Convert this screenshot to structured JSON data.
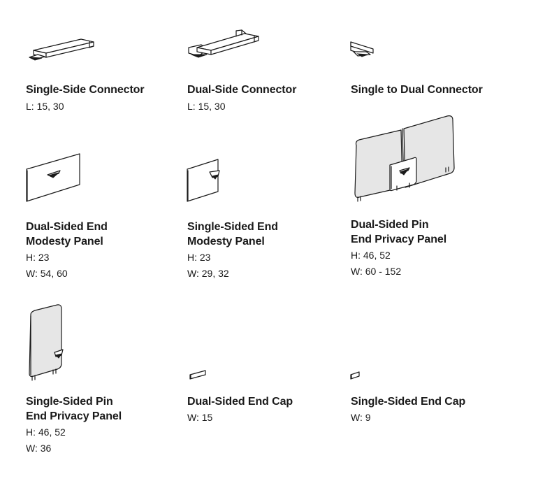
{
  "products": [
    {
      "title_lines": [
        "Single-Side Connector"
      ],
      "specs": [
        "L: 15, 30"
      ]
    },
    {
      "title_lines": [
        "Dual-Side Connector"
      ],
      "specs": [
        "L: 15, 30"
      ]
    },
    {
      "title_lines": [
        "Single to Dual Connector"
      ],
      "specs": []
    },
    {
      "title_lines": [
        "Dual-Sided End",
        "Modesty Panel"
      ],
      "specs": [
        "H: 23",
        "W: 54, 60"
      ]
    },
    {
      "title_lines": [
        "Single-Sided End",
        "Modesty Panel"
      ],
      "specs": [
        "H: 23",
        "W: 29, 32"
      ]
    },
    {
      "title_lines": [
        "Dual-Sided Pin",
        "End Privacy Panel"
      ],
      "specs": [
        "H: 46, 52",
        "W: 60 - 152"
      ]
    },
    {
      "title_lines": [
        "Single-Sided Pin",
        "End Privacy Panel"
      ],
      "specs": [
        "H: 46, 52",
        "W: 36"
      ]
    },
    {
      "title_lines": [
        "Dual-Sided End Cap"
      ],
      "specs": [
        "W: 15"
      ]
    },
    {
      "title_lines": [
        "Single-Sided End Cap"
      ],
      "specs": [
        "W: 9"
      ]
    }
  ]
}
